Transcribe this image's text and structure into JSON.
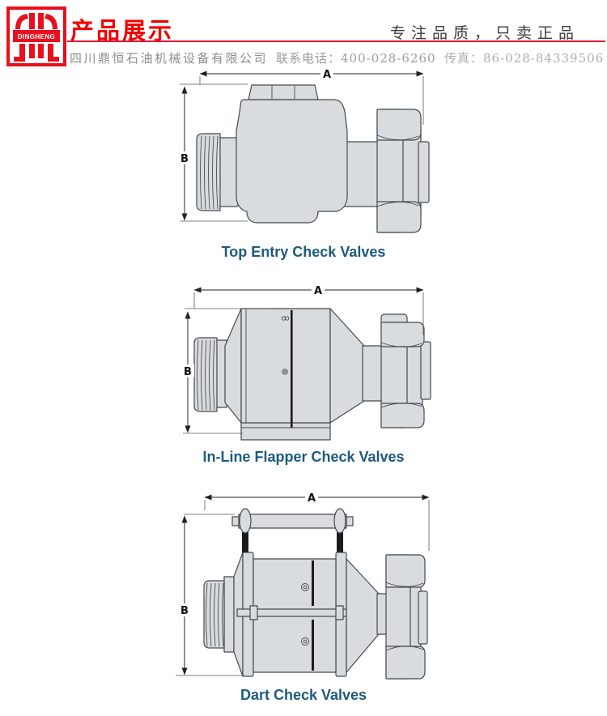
{
  "header": {
    "logo_text": "DINGHENG",
    "title": "产品展示",
    "slogan": "专注品质，只卖正品",
    "company": "四川鼎恒石油机械设备有限公司",
    "phone_label": "联系电话：",
    "phone": "400-028-6260",
    "fax_label": "传真：",
    "fax": "86-028-84339506"
  },
  "figures": [
    {
      "caption": "Top Entry Check Valves",
      "dim_width_label": "A",
      "dim_height_label": "B"
    },
    {
      "caption": "In-Line Flapper Check Valves",
      "dim_width_label": "A",
      "dim_height_label": "B"
    },
    {
      "caption": "Dart Check Valves",
      "dim_width_label": "A",
      "dim_height_label": "B"
    }
  ],
  "colors": {
    "brand_red": "#f20000",
    "logo_red": "#e8101e",
    "divider_red": "#ed1431",
    "caption_blue": "#1d5a7d",
    "slogan_gray": "#3c3c3c",
    "company_gray": "#8d8d8d",
    "phone_gray": "#9b9b9b",
    "fax_gray": "#aeaeae",
    "drawing_fill": "#d9dcde",
    "drawing_stroke": "#454a50"
  }
}
